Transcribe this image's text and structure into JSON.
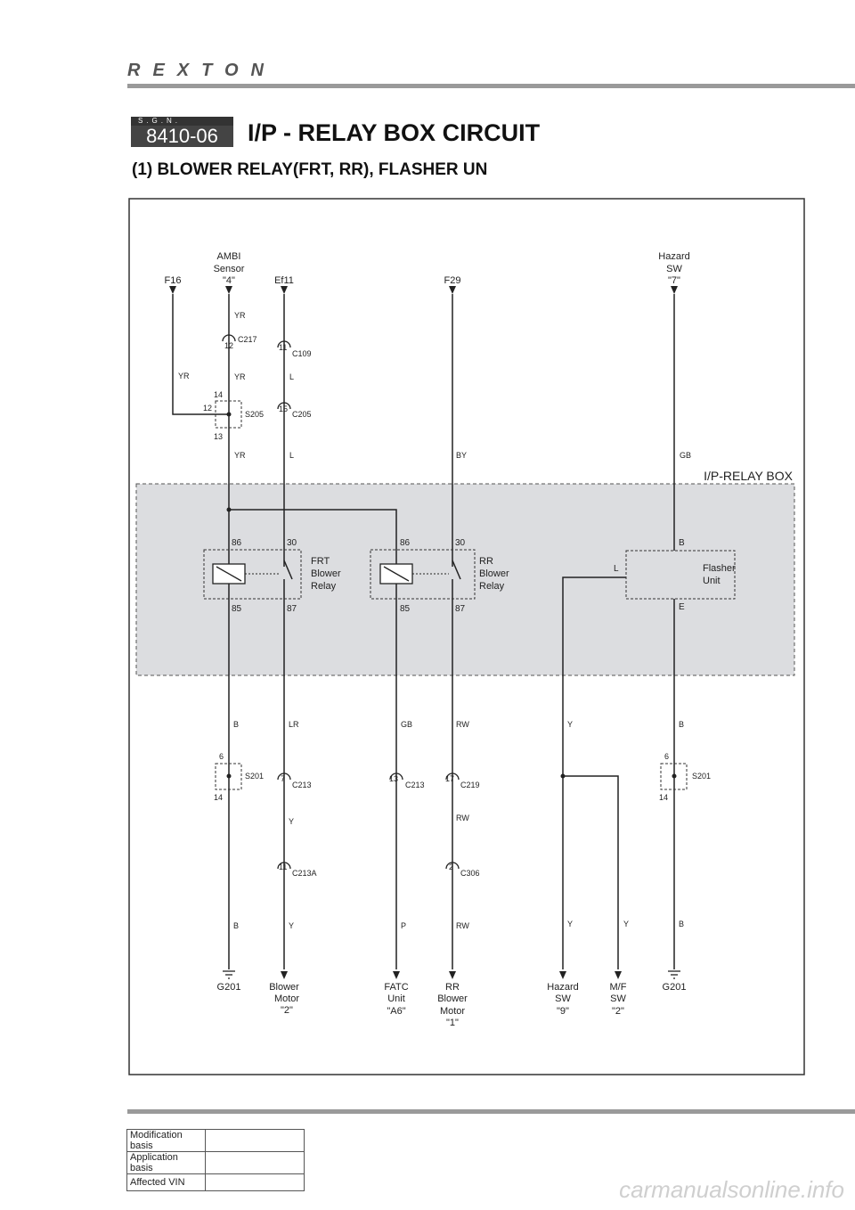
{
  "header": {
    "brand": "REXTON",
    "badge_top": "S.G.N.",
    "code": "8410-06",
    "title": "I/P - RELAY BOX CIRCUIT",
    "subtitle": "(1) BLOWER RELAY(FRT, RR), FLASHER UN"
  },
  "diagram": {
    "box_label": "I/P-RELAY BOX",
    "sources": {
      "f16": "F16",
      "ambi1": "AMBI",
      "ambi2": "Sensor",
      "ambi3": "\"4\"",
      "ef11": "Ef11",
      "f29": "F29",
      "haz1": "Hazard",
      "haz2": "SW",
      "haz3": "\"7\""
    },
    "wires": {
      "yr_top": "YR",
      "yr_left": "YR",
      "yr_mid": "YR",
      "yr_low": "YR",
      "l_mid": "L",
      "l_low": "L",
      "by": "BY",
      "gb_top": "GB",
      "b1": "B",
      "lr": "LR",
      "gb_bot": "GB",
      "rw1": "RW",
      "y1": "Y",
      "b2": "B",
      "y_mid": "Y",
      "rw_mid": "RW",
      "b_low1": "B",
      "y_low": "Y",
      "p_low": "P",
      "rw_low": "RW",
      "y_low2": "Y",
      "y_low3": "Y",
      "b_low2": "B"
    },
    "connectors": {
      "c217": "C217",
      "c217_pin": "12",
      "c109": "C109",
      "c109_pin": "11",
      "s205": "S205",
      "s205_p14": "14",
      "s205_p12": "12",
      "s205_p13": "13",
      "c205": "C205",
      "c205_pin": "15",
      "s201a": "S201",
      "s201a_p6": "6",
      "s201a_p14": "14",
      "c213a": "C213",
      "c213a_pin": "7",
      "c213b": "C213",
      "c213b_pin": "13",
      "c219": "C219",
      "c219_pin": "17",
      "s201b": "S201",
      "s201b_p6": "6",
      "s201b_p14": "14",
      "c213A": "C213A",
      "c213A_pin": "11",
      "c306": "C306",
      "c306_pin": "2"
    },
    "relays": {
      "frt1": "FRT",
      "frt2": "Blower",
      "frt3": "Relay",
      "frt_86": "86",
      "frt_30": "30",
      "frt_85": "85",
      "frt_87": "87",
      "rr1": "RR",
      "rr2": "Blower",
      "rr3": "Relay",
      "rr_86": "86",
      "rr_30": "30",
      "rr_85": "85",
      "rr_87": "87",
      "fl1": "Flasher",
      "fl2": "Unit",
      "fl_b": "B",
      "fl_l": "L",
      "fl_e": "E"
    },
    "loads": {
      "g201a": "G201",
      "bm1": "Blower",
      "bm2": "Motor",
      "bm3": "\"2\"",
      "fatc1": "FATC",
      "fatc2": "Unit",
      "fatc3": "\"A6\"",
      "rrbm1": "RR",
      "rrbm2": "Blower",
      "rrbm3": "Motor",
      "rrbm4": "\"1\"",
      "hz1": "Hazard",
      "hz2": "SW",
      "hz3": "\"9\"",
      "mf1": "M/F",
      "mf2": "SW",
      "mf3": "\"2\"",
      "g201b": "G201"
    }
  },
  "footer": {
    "rows": [
      {
        "label": "Modification basis",
        "value": ""
      },
      {
        "label": "Application basis",
        "value": ""
      },
      {
        "label": "Affected VIN",
        "value": ""
      }
    ],
    "watermark": "carmanualsonline.info"
  }
}
